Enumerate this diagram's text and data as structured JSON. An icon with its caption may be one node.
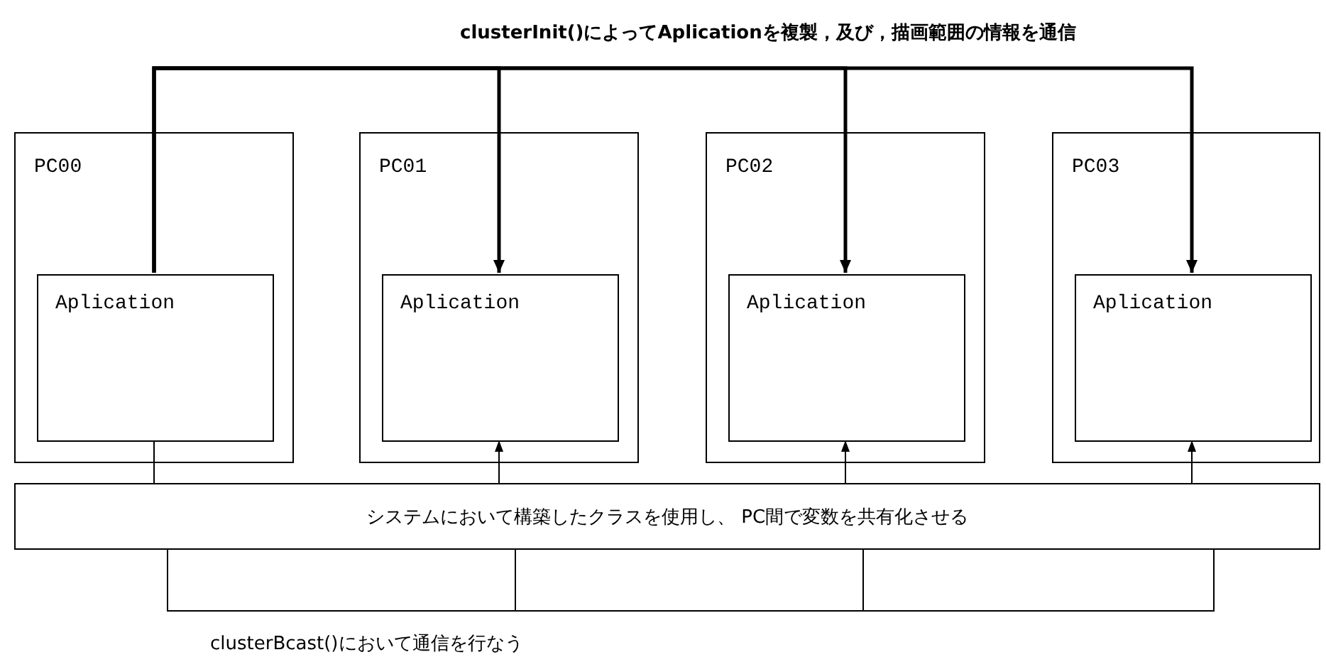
{
  "diagram": {
    "nodes": [
      {
        "text": [
          "PC00"
        ]
      },
      {
        "text": [
          "Aplication"
        ],
        "in": 0
      },
      {
        "text": [
          "PC01"
        ]
      },
      {
        "text": [
          "Aplication"
        ],
        "in": 2
      },
      {
        "text": [
          "PC02"
        ]
      },
      {
        "text": [
          "Aplication"
        ],
        "in": 4
      },
      {
        "text": [
          "PC03"
        ]
      },
      {
        "text": [
          "Aplication"
        ],
        "in": 6
      },
      {
        "text": [
          "システムにおいて構築したクラスを使用し、 PC間で変数を共有化させる"
        ]
      }
    ],
    "edges": [
      {
        "from": 1,
        "to": 3,
        "arrow": "to",
        "style": "thick"
      },
      {
        "from": 1,
        "to": 5,
        "arrow": "to",
        "style": "thick"
      },
      {
        "from": 1,
        "to": 7,
        "arrow": "to",
        "style": "thick"
      },
      {
        "from": 1,
        "to": 8,
        "arrow": "none"
      },
      {
        "from": 8,
        "to": 3,
        "arrow": "to"
      },
      {
        "from": 8,
        "to": 5,
        "arrow": "to"
      },
      {
        "from": 8,
        "to": 7,
        "arrow": "to"
      }
    ],
    "labels": [
      "clusterInit()によってAplicationを複製，及び，描画範囲の情報を通信",
      "clusterBcast()において通信を行なう"
    ]
  }
}
